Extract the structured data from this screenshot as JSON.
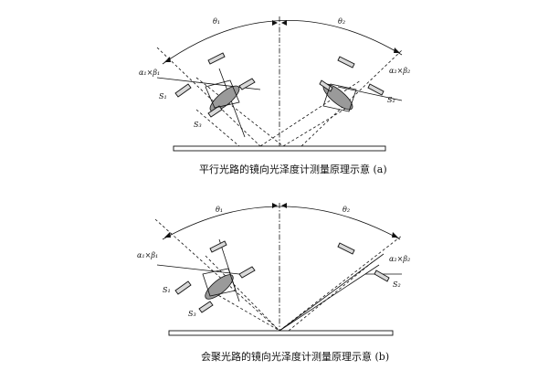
{
  "diagrams": [
    {
      "caption": "平行光路的镜向光泽度计测量原理示意 (a)",
      "labels": {
        "theta_left": "θ₁",
        "theta_right": "θ₂",
        "alpha_left": "α₁×β₁",
        "alpha_right": "α₂×β₂",
        "s1": "S₁",
        "s2": "S₂",
        "s3": "S₃"
      }
    },
    {
      "caption": "会聚光路的镜向光泽度计测量原理示意 (b)",
      "labels": {
        "theta_left": "θ₁",
        "theta_right": "θ₂",
        "alpha_left": "α₁×β₁",
        "alpha_right": "α₂×β₂",
        "s1": "S₁",
        "s2": "S₂",
        "s3": "S₃"
      }
    }
  ]
}
